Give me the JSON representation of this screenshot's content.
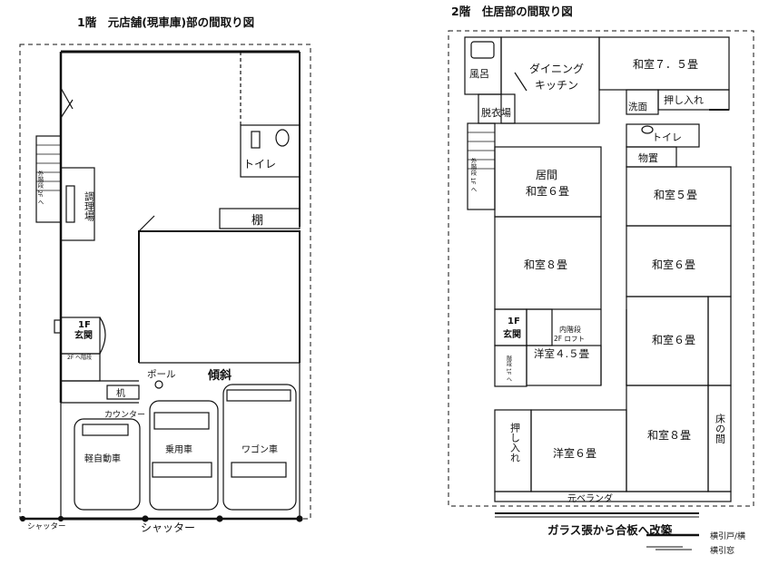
{
  "floor1": {
    "title": "1階　元店舗(現車庫)部の間取り図",
    "rooms": {
      "toilet": "トイレ",
      "shelf": "棚",
      "kitchen": "調理場",
      "entrance_floor": "1F",
      "entrance": "玄関",
      "pole": "ポール",
      "slope": "傾斜",
      "desk": "机",
      "counter": "カウンター",
      "car1": "軽自動車",
      "car2": "乗用車",
      "car3": "ワゴン車"
    },
    "stairs_outer": "外階段 2F へ",
    "stairs_inner": "2F へ階段",
    "shutter_small": "シャッター",
    "shutter_main": "シャッター"
  },
  "floor2": {
    "title": "2階　住居部の間取り図",
    "rooms": {
      "bath": "風呂",
      "dining": "ダイニング\nキッチン",
      "japanese_7_5": "和室７．５畳",
      "washroom": "洗面",
      "closet_top": "押し入れ",
      "dressing": "脱衣場",
      "toilet": "トイレ",
      "storage": "物置",
      "living_a": "居間",
      "living_b": "和室６畳",
      "japanese_5": "和室５畳",
      "japanese_8_left": "和室８畳",
      "japanese_6_right1": "和室６畳",
      "japanese_6_right2": "和室６畳",
      "entrance_floor": "1F",
      "entrance": "玄関",
      "inner_stairs": "内階段",
      "loft": "2F  ロフト",
      "western_4_5": "洋室４.５畳",
      "closet_bottom": "押し入れ",
      "western_6": "洋室６畳",
      "japanese_8_bottom": "和室８畳",
      "tokonoma": "床の間"
    },
    "stairs_outer": "外階段 1F へ",
    "stairs_inner": "階段 1F へ",
    "veranda": "元ベランダ",
    "renovation_note": "ガラス張から合板へ改築",
    "legend": {
      "sliding_door": "横引戸/横",
      "sliding_window": "横引窓"
    }
  }
}
